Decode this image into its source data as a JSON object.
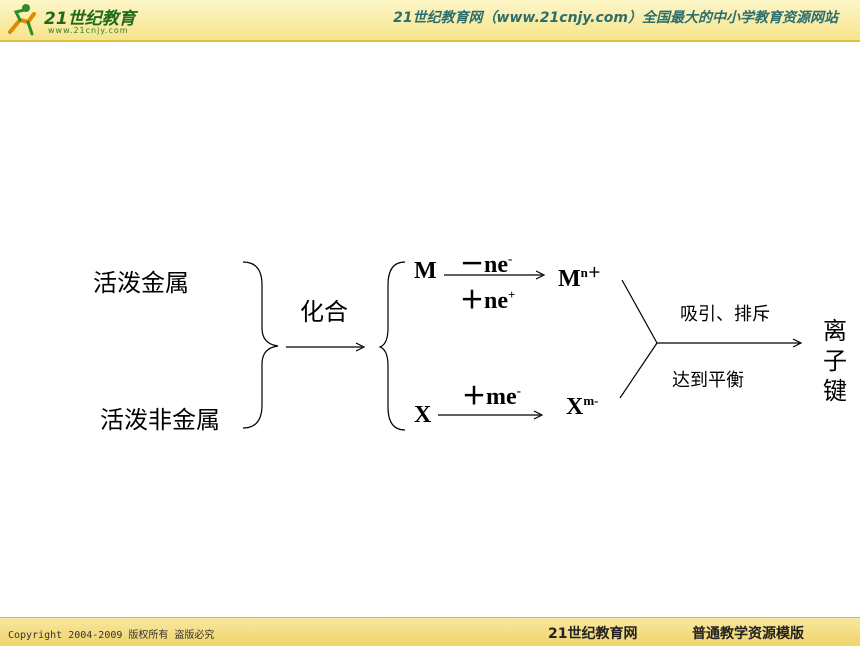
{
  "header": {
    "logo_text": "21世纪教育",
    "logo_url": "www.21cnjy.com",
    "slogan": "21世纪教育网（www.21cnjy.com）全国最大的中小学教育资源网站"
  },
  "diagram": {
    "active_metal": "活泼金属",
    "active_nonmetal": "活泼非金属",
    "combine": "化合",
    "metal_symbol": "M",
    "nonmetal_symbol": "X",
    "lose_electrons": "－ne",
    "lose_electrons_sup": "-",
    "gain_back_electrons": "＋ne",
    "gain_back_electrons_sup": "+",
    "gain_electrons": "＋me",
    "gain_electrons_sup": "-",
    "cation": "M",
    "cation_sup": "n＋",
    "anion": "X",
    "anion_sup": "m-",
    "attract_repel": "吸引、排斥",
    "equilibrium": "达到平衡",
    "ionic_bond": [
      "离",
      "子",
      "键"
    ]
  },
  "footer": {
    "copyright": "Copyright 2004-2009 版权所有 盗版必究",
    "brand": "21世纪教育网",
    "template": "普通教学资源模版"
  }
}
